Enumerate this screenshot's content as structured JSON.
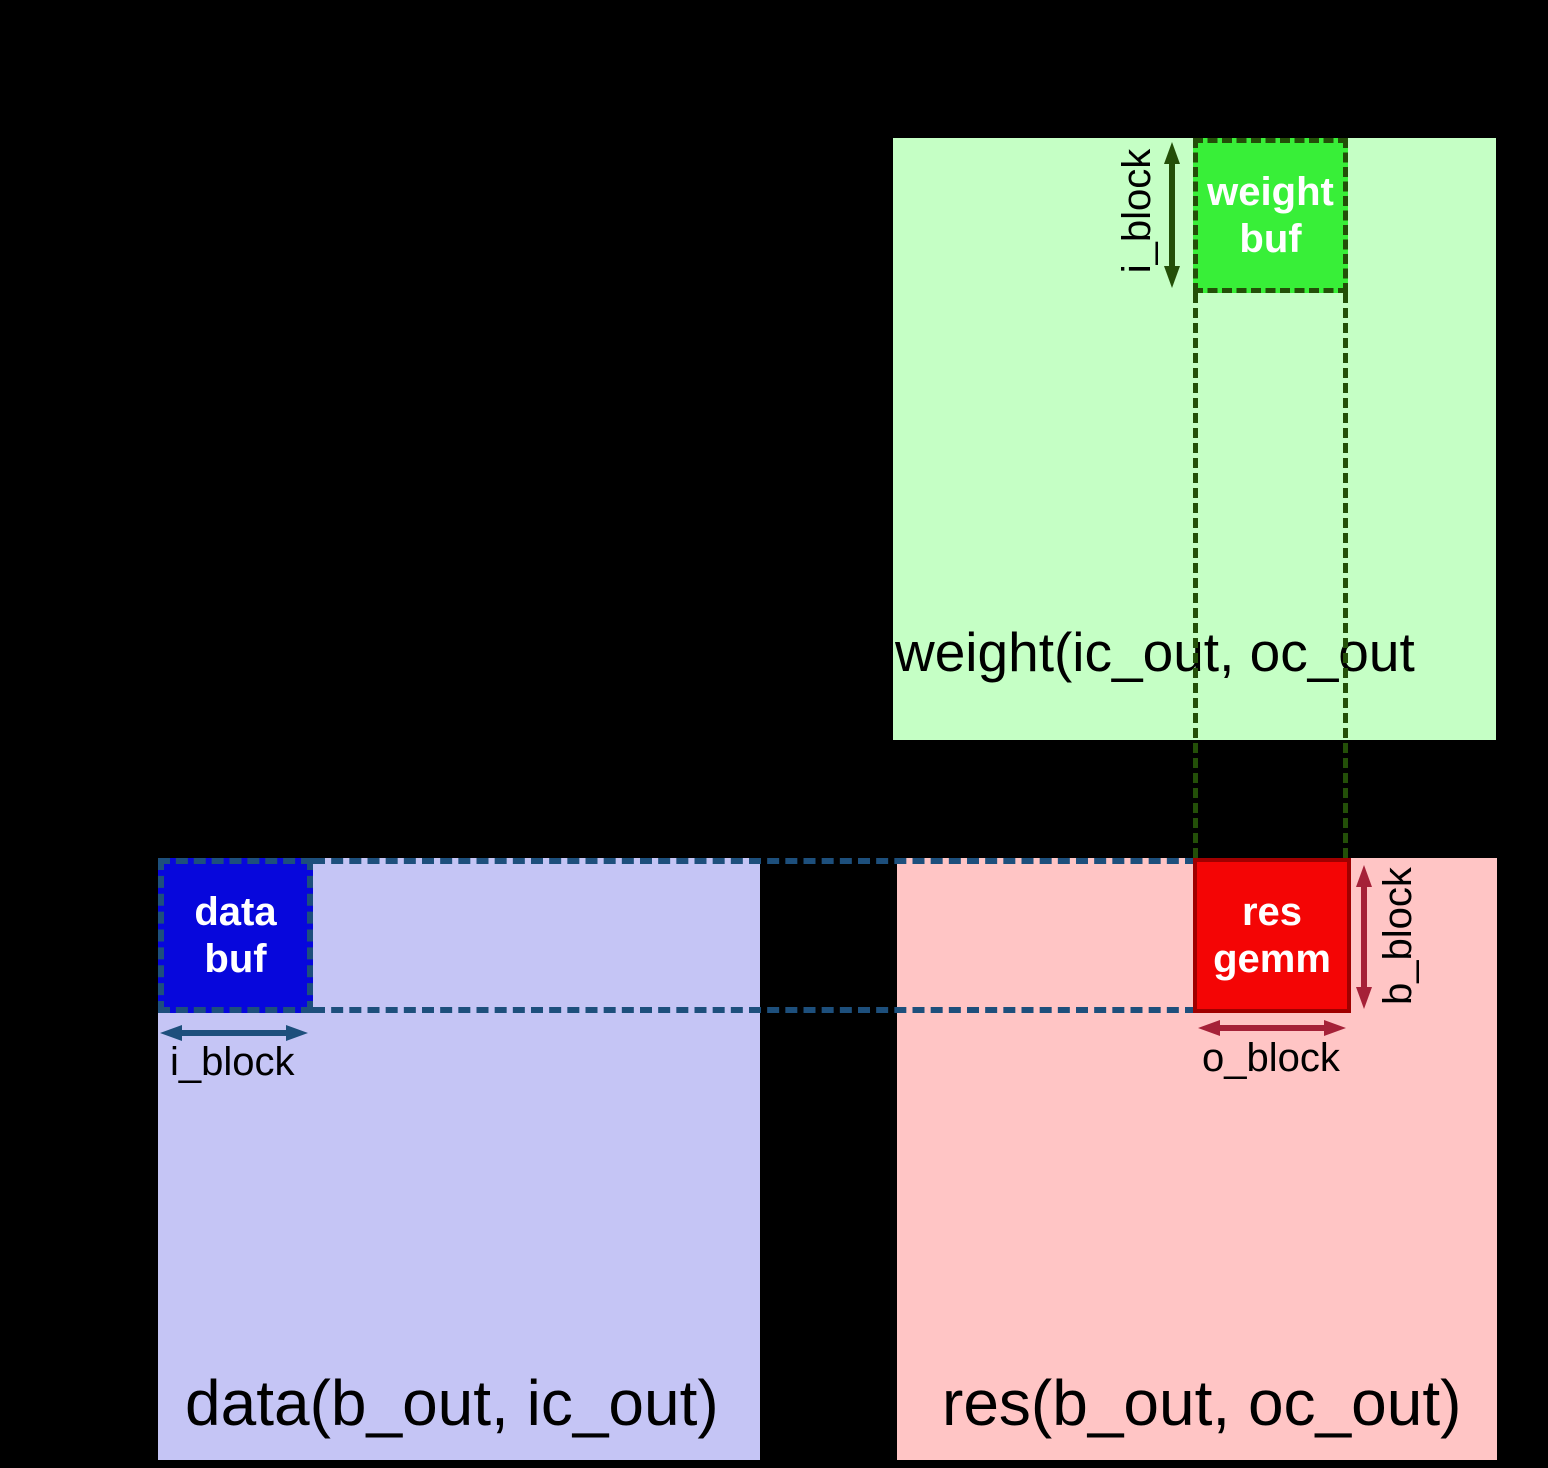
{
  "colors": {
    "background": "#000000",
    "weight_matrix_fill": "#c5ffc5",
    "weight_buf_fill": "#38ef38",
    "weight_dash": "#234f08",
    "data_matrix_fill": "#c5c5f5",
    "data_buf_fill": "#0707dc",
    "data_dash": "#1d4f7c",
    "res_matrix_fill": "#ffc5c5",
    "res_gemm_fill": "#f40505",
    "res_gemm_border": "#a00000",
    "res_arrow": "#a52138",
    "matrix_label_color": "#000000",
    "buf_label_color": "#ffffff"
  },
  "weight_matrix": {
    "label": "weight(ic_out, oc_out",
    "buf_line1": "weight",
    "buf_line2": "buf",
    "i_block_label": "i_block"
  },
  "data_matrix": {
    "label": "data(b_out, ic_out)",
    "buf_line1": "data",
    "buf_line2": "buf",
    "i_block_label": "i_block"
  },
  "res_matrix": {
    "label": "res(b_out, oc_out)",
    "gemm_line1": "res",
    "gemm_line2": "gemm",
    "b_block_label": "b_block",
    "o_block_label": "o_block"
  }
}
